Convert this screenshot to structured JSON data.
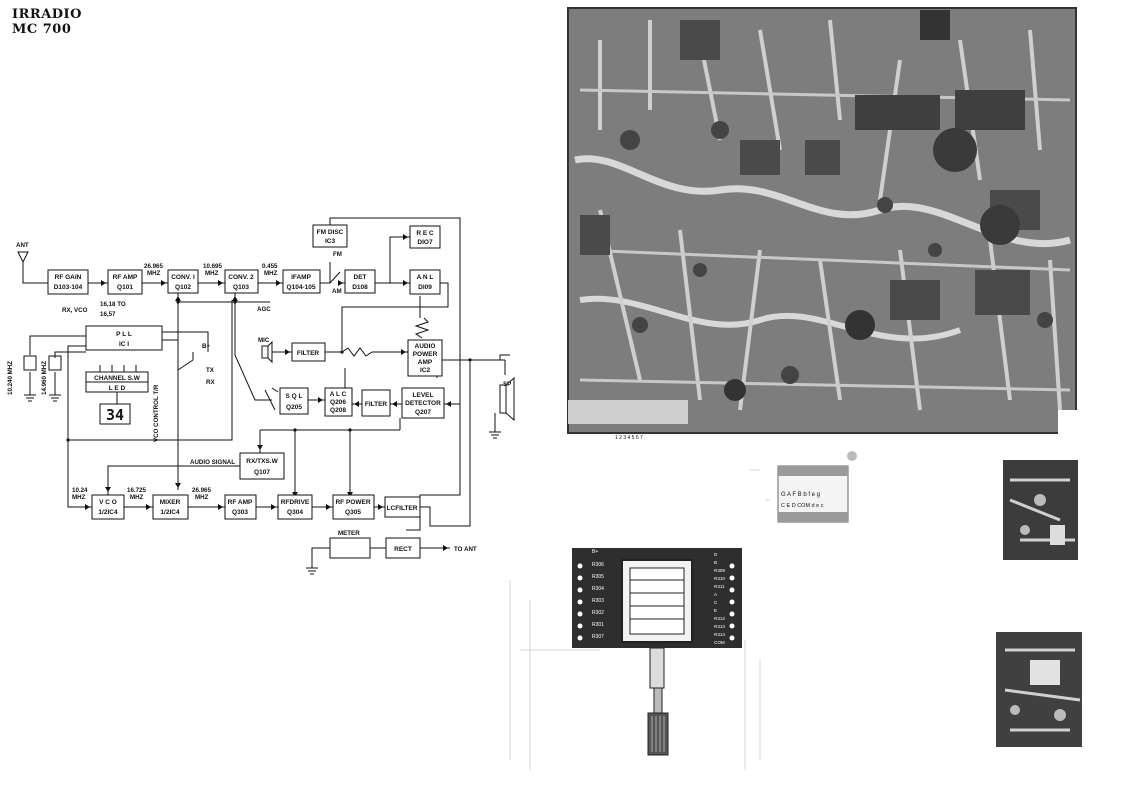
{
  "header": {
    "brand": "IRRADIO",
    "model": "MC 700"
  },
  "blocks": {
    "rf_gain": [
      "RF GAIN",
      "D103-104"
    ],
    "rf_amp": [
      "RF AMP",
      "Q101"
    ],
    "conv1": [
      "CONV. I",
      "Q102"
    ],
    "conv2": [
      "CONV. 2",
      "Q103"
    ],
    "ifamp": [
      "IFAMP",
      "Q104-105"
    ],
    "det": [
      "DET",
      "D108"
    ],
    "fm_disc": [
      "FM DISC",
      "IC3"
    ],
    "rec": [
      "R E C",
      "DIO7"
    ],
    "anl": [
      "A N L",
      "DI09"
    ],
    "pll": [
      "P L L",
      "IC I"
    ],
    "channel_sw": [
      "CHANNEL S.W"
    ],
    "led": [
      "L E D"
    ],
    "filter_mic": [
      "FILTER"
    ],
    "audio_amp": [
      "AUDIO",
      "POWER",
      "AMP",
      "IC2"
    ],
    "sql": [
      "S Q L",
      "Q205"
    ],
    "alc": [
      "A L C",
      "Q206",
      "Q208"
    ],
    "filter2": [
      "FILTER"
    ],
    "level_det": [
      "LEVEL",
      "DETECTOR",
      "Q207"
    ],
    "rx_txsw": [
      "RX/TXS.W",
      "Q107"
    ],
    "vco": [
      "V C O",
      "1/2IC4"
    ],
    "mixer": [
      "MIXER",
      "1/2IC4"
    ],
    "rf_amp2": [
      "RF AMP",
      "Q303"
    ],
    "rf_drive": [
      "RFDRIVE",
      "Q304"
    ],
    "rf_power": [
      "RF POWER",
      "Q305"
    ],
    "lc_filter": [
      "LCFILTER"
    ],
    "rect": [
      "RECT"
    ]
  },
  "labels": {
    "ant": "ANT",
    "f_26965": "26.965",
    "mhz": "MHZ",
    "f_10695": "10.695",
    "f_0455": "0.455",
    "fm": "FM",
    "am": "AM",
    "agc": "AGC",
    "rx_vco": "RX, VCO",
    "rx_range_a": "16,18 TO",
    "rx_range_b": "16,57",
    "xtal1": "10.240 MHZ",
    "xtal2": "14.960 MHZ",
    "bplus": "B+",
    "tx": "TX",
    "rx": "RX",
    "vco_control": "VCO CONTROL T/R",
    "mic": "MIC",
    "sp": "SP",
    "audio_signal": "AUDIO SIGNAL",
    "f_1024": "10.24",
    "f_16725": "16.725",
    "f_26965b": "26.965",
    "meter": "METER",
    "to_ant": "TO ANT",
    "display": "34"
  },
  "pcb_small": {
    "row1": "G A F B b f e g",
    "row2": "C E D COM d e c",
    "pins_left": [
      "B+",
      "R306",
      "R305",
      "R304",
      "R303",
      "R302",
      "R301",
      "R307"
    ],
    "pins_right": [
      "D",
      "B",
      "R309",
      "R310",
      "R311",
      "A",
      "C",
      "E",
      "R312",
      "R313",
      "R314",
      "COM"
    ]
  },
  "pcb_main": {
    "bottom_labels": "1 2 3 4 5 6 7"
  }
}
